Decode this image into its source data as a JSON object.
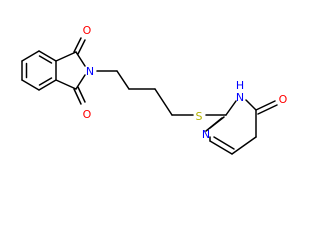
{
  "molecule": {
    "atoms": [
      {
        "id": "O1",
        "label": "O",
        "color": "#ff0000"
      },
      {
        "id": "O2",
        "label": "O",
        "color": "#ff0000"
      },
      {
        "id": "N1",
        "label": "N",
        "color": "#0000ff"
      },
      {
        "id": "S1",
        "label": "S",
        "color": "#b2b200"
      },
      {
        "id": "N2",
        "label": "N",
        "color": "#0000ff"
      },
      {
        "id": "N3",
        "label": "N",
        "color": "#0000ff"
      },
      {
        "id": "H1",
        "label": "H",
        "color": "#0000ff"
      },
      {
        "id": "O3",
        "label": "O",
        "color": "#ff0000"
      }
    ],
    "bond_color": "#000000"
  }
}
